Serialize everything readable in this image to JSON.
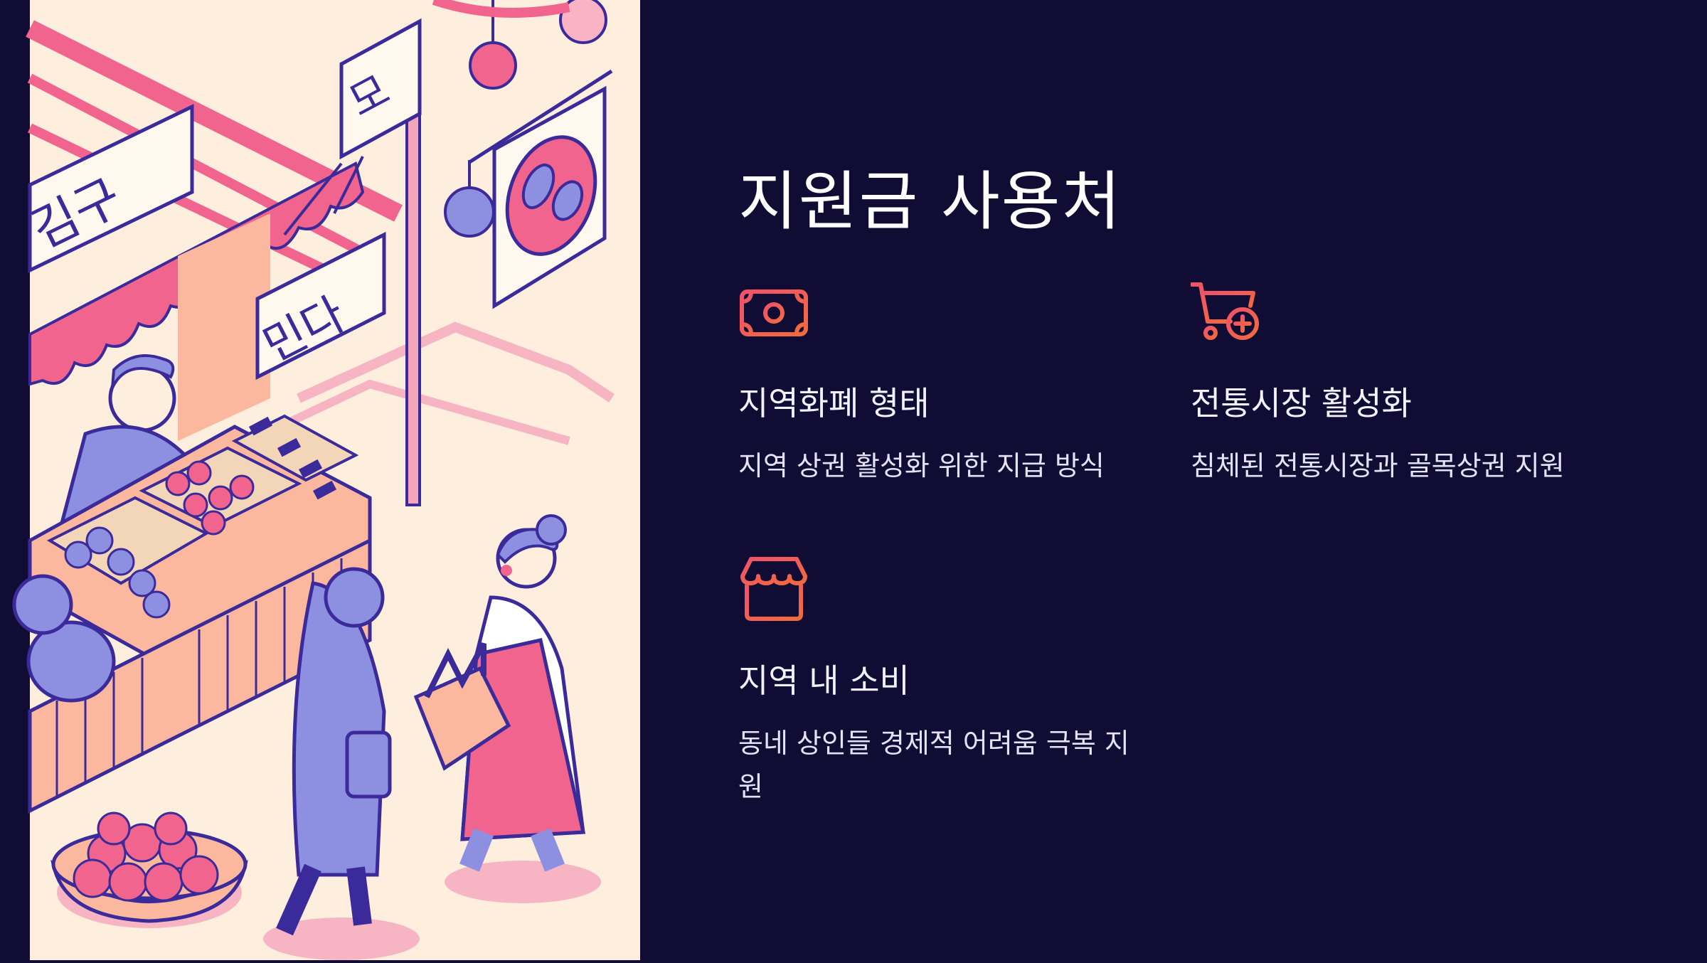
{
  "slide": {
    "title": "지원금 사용처",
    "accent_color": "#f0526b",
    "background_color": "#110c33",
    "illustration": {
      "name": "traditional-market-illustration",
      "signs": [
        "김구",
        "모",
        "민다"
      ]
    },
    "cards": [
      {
        "icon": "banknote-icon",
        "title": "지역화폐 형태",
        "description": "지역 상권 활성화 위한 지급 방식"
      },
      {
        "icon": "shopping-cart-plus-icon",
        "title": "전통시장 활성화",
        "description": "침체된 전통시장과 골목상권 지원"
      },
      {
        "icon": "storefront-icon",
        "title": "지역 내 소비",
        "description": "동네 상인들 경제적 어려움 극복 지원"
      }
    ]
  }
}
